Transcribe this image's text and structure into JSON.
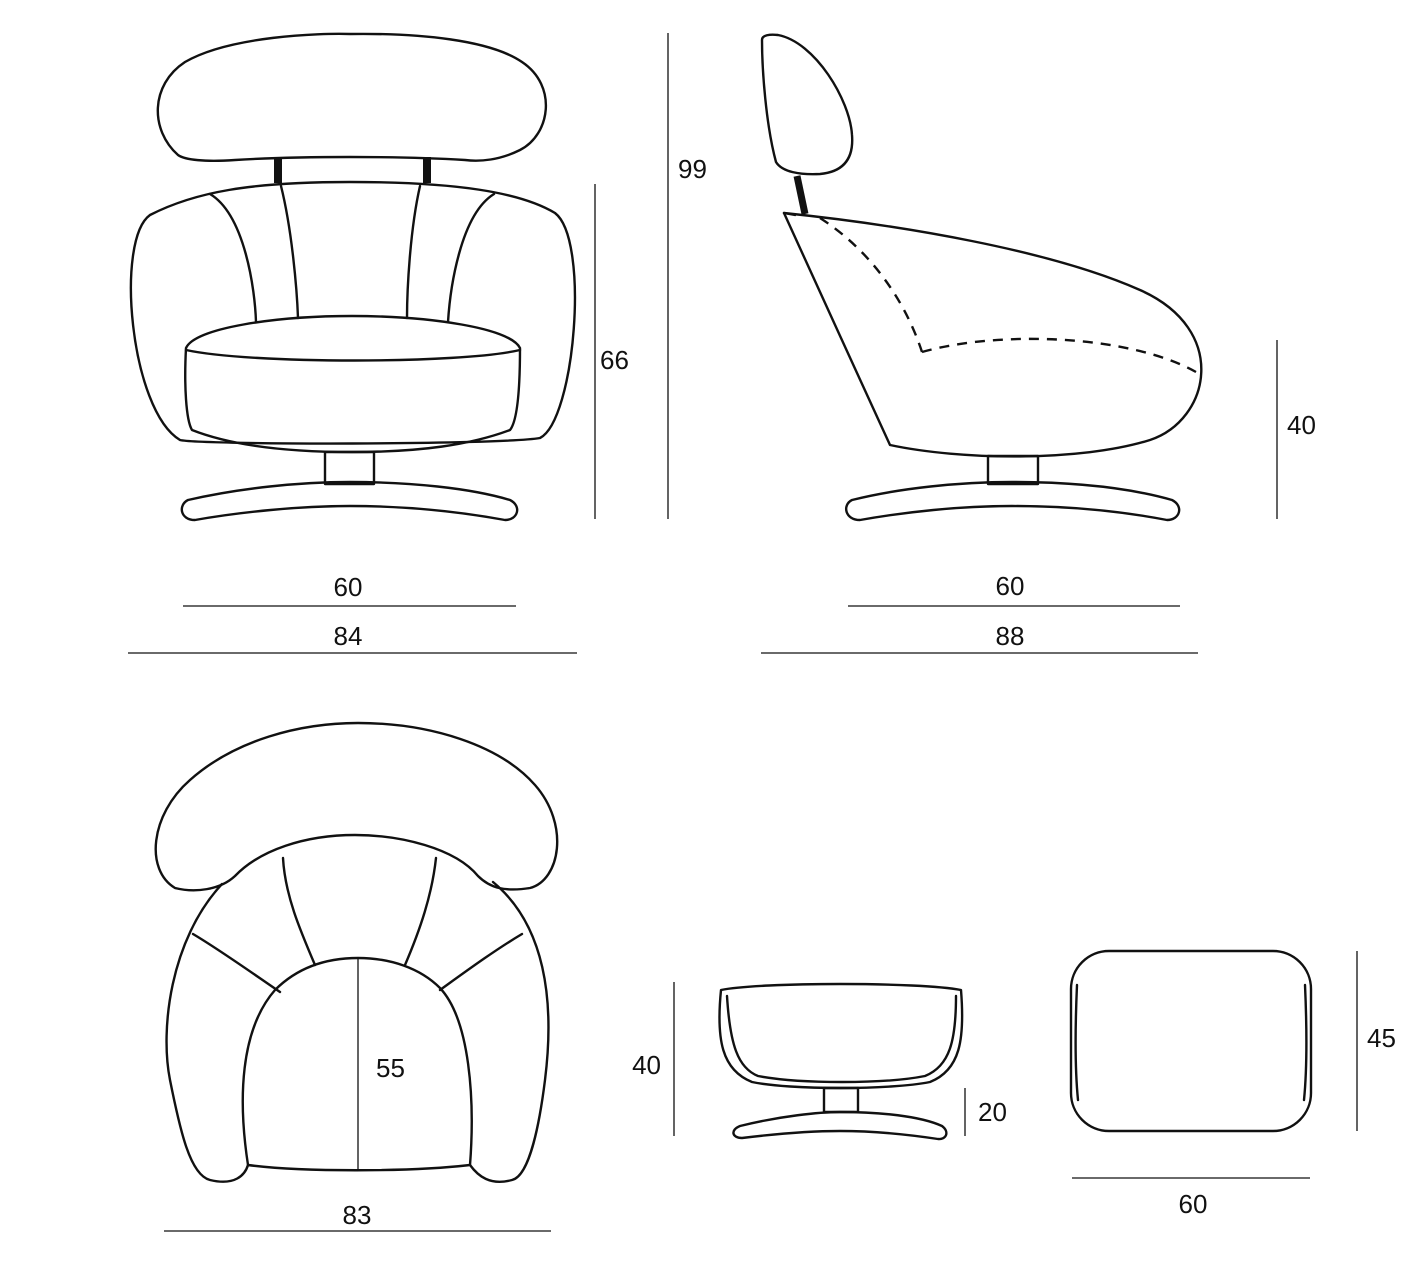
{
  "dimensions": {
    "front_height_total": "99",
    "front_height_back": "66",
    "front_width_base": "60",
    "front_width_total": "84",
    "side_seat_height": "40",
    "side_width_base": "60",
    "side_depth_total": "88",
    "top_width": "83",
    "top_seat_depth": "55",
    "ottoman_height": "40",
    "ottoman_base_height": "20",
    "ottoman_top_depth": "45",
    "ottoman_top_width": "60"
  },
  "colors": {
    "line": "#111111",
    "background": "#ffffff"
  }
}
